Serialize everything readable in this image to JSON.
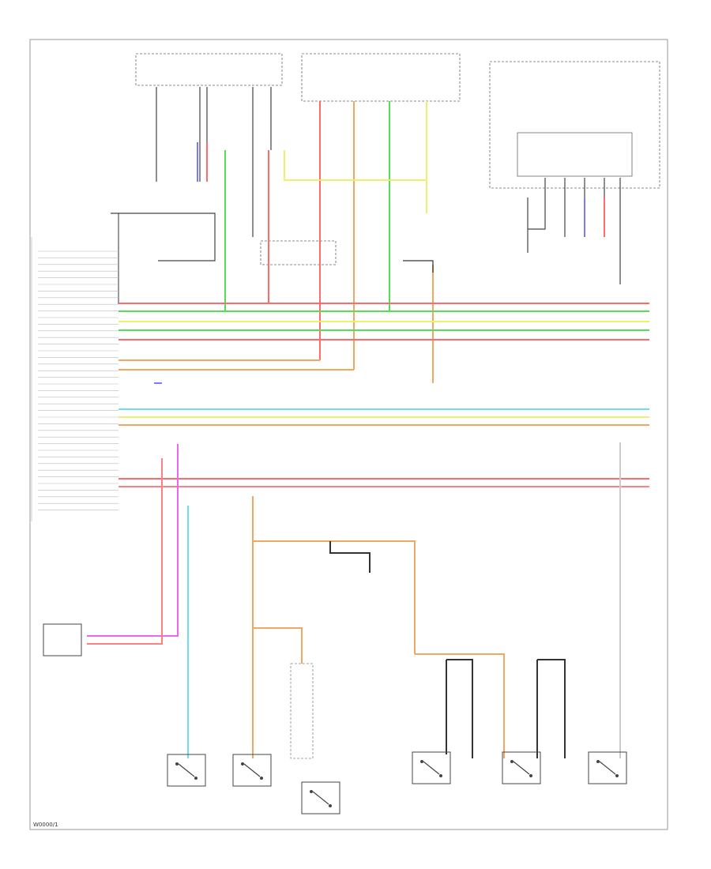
{
  "footer_code": "W0000/1",
  "colors": {
    "red": "#ff6a6a",
    "green": "#55dd55",
    "yellow": "#f0ee6a",
    "orange": "#f0a860",
    "cyan": "#6ee0e8",
    "blue": "#7a7aff",
    "magenta": "#ee66ee",
    "pink": "#ff8080",
    "wire_black": "#333333",
    "wire_gray": "#cccccc"
  },
  "wire_bus": [
    {
      "color": "red"
    },
    {
      "color": "green"
    },
    {
      "color": "yellow"
    },
    {
      "color": "green"
    },
    {
      "color": "red"
    },
    {
      "color": "orange"
    },
    {
      "color": "orange"
    },
    {
      "color": "blue"
    },
    {
      "color": "cyan"
    },
    {
      "color": "yellow"
    },
    {
      "color": "orange"
    },
    {
      "color": "red"
    },
    {
      "color": "pink"
    }
  ],
  "left_pin_rows": 40,
  "bottom_switches": [
    {
      "id": "switch-1"
    },
    {
      "id": "switch-2"
    },
    {
      "id": "switch-3"
    },
    {
      "id": "switch-4"
    },
    {
      "id": "switch-5"
    },
    {
      "id": "switch-6"
    }
  ]
}
